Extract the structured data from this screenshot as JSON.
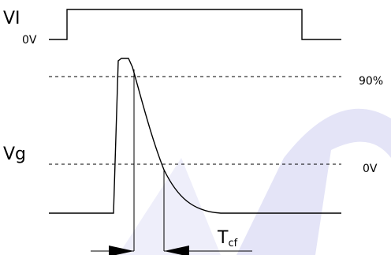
{
  "labels": {
    "input_signal": "VI",
    "input_zero": "0V",
    "gate_signal": "Vg",
    "level_high": "90%",
    "level_zero": "0V",
    "interval_main": "T",
    "interval_sub": "cf"
  },
  "colors": {
    "stroke": "#000000",
    "watermark": "#dcdcf5"
  }
}
